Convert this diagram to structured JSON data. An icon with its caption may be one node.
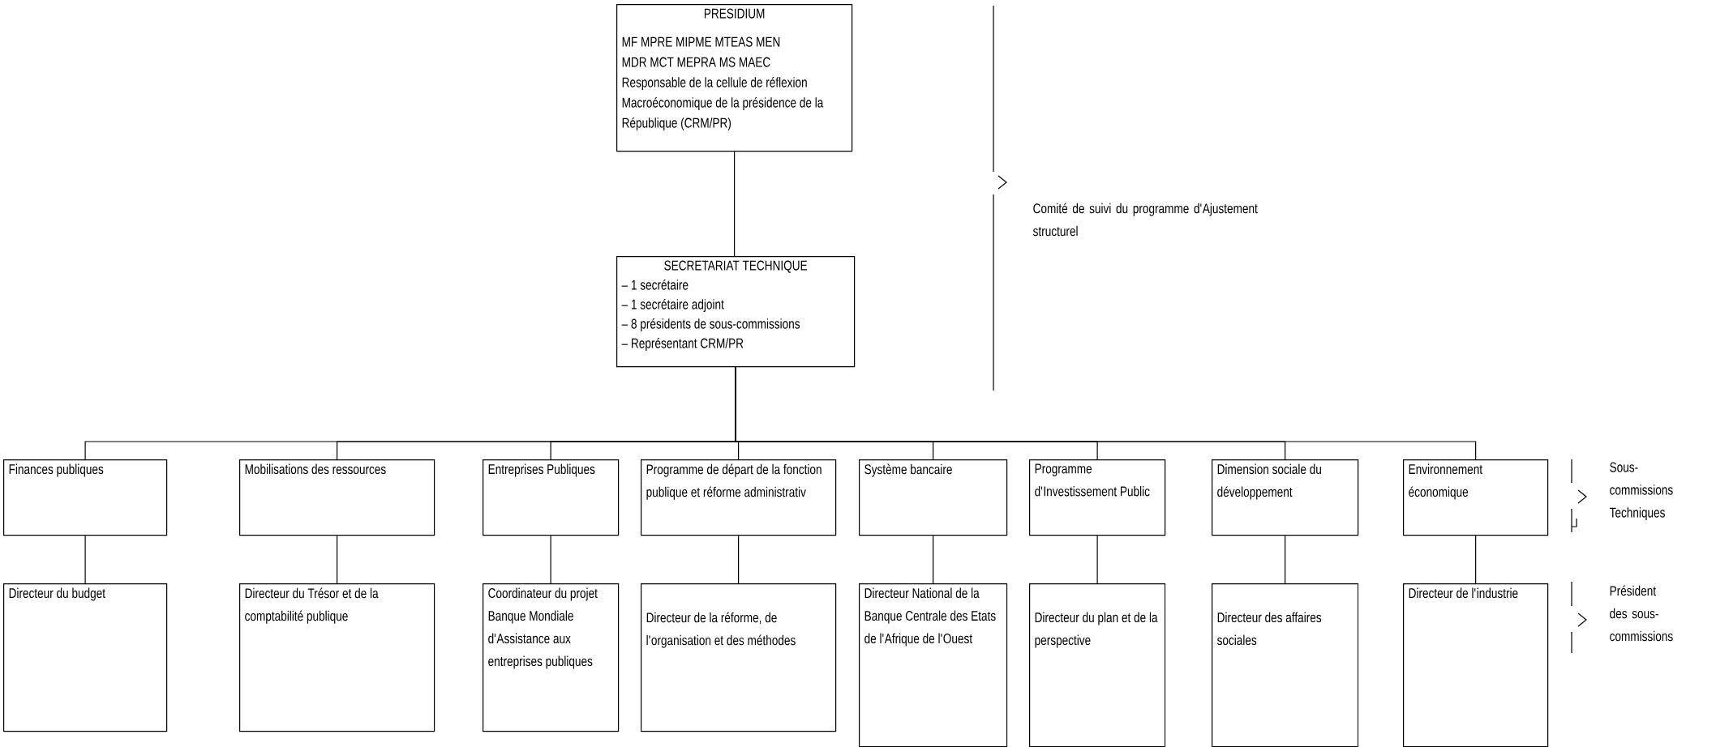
{
  "diagram": {
    "nodes": [
      {
        "text": [
          "PRESIDIUM",
          "MF MPRE MIPME MTEAS MEN",
          "MDR MCT MEPRA MS MAEC",
          "Responsable de la cellule de réflexion Macroéconomique de la présidence de la République (CRM/PR)"
        ]
      },
      {
        "text": [
          "SECRETARIAT TECHNIQUE",
          "– 1 secrétaire",
          "– 1 secrétaire adjoint",
          "– 8 présidents de sous-commissions",
          "– Représentant CRM/PR"
        ]
      },
      {
        "text": [
          "Finances publiques"
        ]
      },
      {
        "text": [
          "Mobilisations des ressources"
        ]
      },
      {
        "text": [
          "Entreprises Publiques"
        ]
      },
      {
        "text": [
          "Programme de départ de la fonction publique et réforme administrativ"
        ]
      },
      {
        "text": [
          "Système bancaire"
        ]
      },
      {
        "text": [
          "Programme d'Investissement Public"
        ]
      },
      {
        "text": [
          "Dimension sociale du développement"
        ]
      },
      {
        "text": [
          "Environnement économique"
        ]
      },
      {
        "text": [
          "Directeur du budget"
        ]
      },
      {
        "text": [
          "Directeur du Trésor et de la comptabilité publique"
        ]
      },
      {
        "text": [
          "Coordinateur du projet Banque Mondiale d'Assistance aux entreprises publiques"
        ]
      },
      {
        "text": [
          "Directeur de la réforme, de l'organisation et des méthodes"
        ]
      },
      {
        "text": [
          "Directeur National de la Banque Centrale des Etats de l'Afrique de l'Ouest"
        ]
      },
      {
        "text": [
          "Directeur du plan et de la perspective"
        ]
      },
      {
        "text": [
          "Directeur des affaires sociales"
        ]
      },
      {
        "text": [
          "Directeur de l'industrie"
        ]
      }
    ],
    "edges": [
      {
        "from": 0,
        "to": 1,
        "arrow": "none"
      },
      {
        "from": 1,
        "to": 2,
        "arrow": "none"
      },
      {
        "from": 1,
        "to": 3,
        "arrow": "none"
      },
      {
        "from": 1,
        "to": 4,
        "arrow": "none"
      },
      {
        "from": 1,
        "to": 5,
        "arrow": "none"
      },
      {
        "from": 1,
        "to": 6,
        "arrow": "none"
      },
      {
        "from": 1,
        "to": 7,
        "arrow": "none"
      },
      {
        "from": 1,
        "to": 8,
        "arrow": "none"
      },
      {
        "from": 1,
        "to": 9,
        "arrow": "none"
      },
      {
        "from": 2,
        "to": 10,
        "arrow": "none"
      },
      {
        "from": 3,
        "to": 11,
        "arrow": "none"
      },
      {
        "from": 4,
        "to": 12,
        "arrow": "none"
      },
      {
        "from": 5,
        "to": 13,
        "arrow": "none"
      },
      {
        "from": 6,
        "to": 14,
        "arrow": "none"
      },
      {
        "from": 7,
        "to": 15,
        "arrow": "none"
      },
      {
        "from": 8,
        "to": 16,
        "arrow": "none"
      },
      {
        "from": 9,
        "to": 17,
        "arrow": "none"
      }
    ],
    "labels": [
      "Comité de suivi du programme d'Ajustement structurel",
      "Sous-commissions Techniques",
      "Président des sous-commissions"
    ]
  }
}
